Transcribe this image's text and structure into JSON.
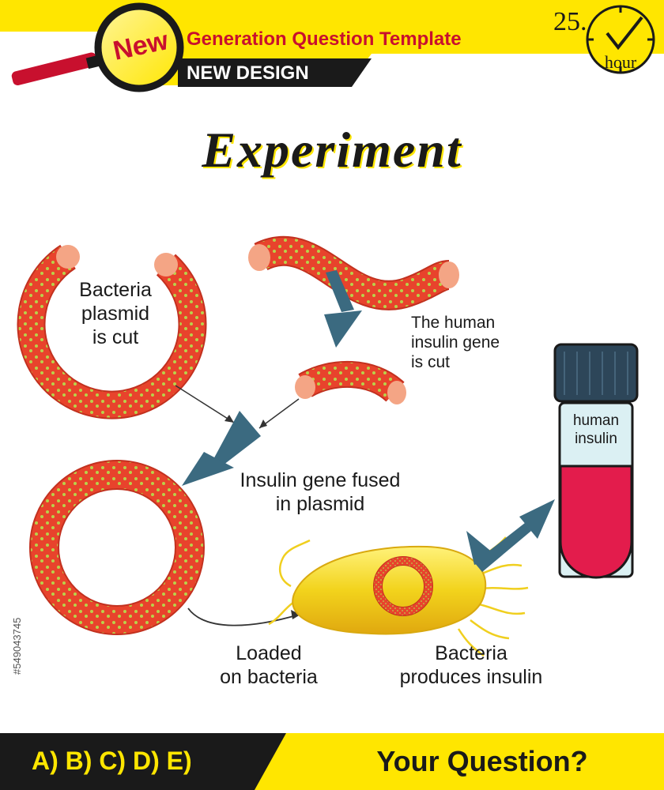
{
  "header": {
    "badge": "New",
    "title": "Generation Question Template",
    "subtitle": "NEW DESIGN",
    "timer_number": "25.",
    "timer_unit": "hour"
  },
  "heading": "Experiment",
  "labels": {
    "plasmid_cut": [
      "Bacteria",
      "plasmid",
      "is cut"
    ],
    "gene_cut": [
      "The human",
      "insulin gene",
      "is cut"
    ],
    "fused": [
      "Insulin gene fused",
      "in plasmid"
    ],
    "loaded": [
      "Loaded",
      "on bacteria"
    ],
    "produces": [
      "Bacteria",
      "produces insulin"
    ],
    "tube": [
      "human",
      "insulin"
    ]
  },
  "footer": {
    "options": "A) B) C) D) E)",
    "question": "Your Question?"
  },
  "side_id": "#549043745",
  "colors": {
    "dna_red": "#e8432c",
    "dna_dots": "#b9d24a",
    "dna_ends": "#f4a585",
    "arrow_blue": "#3b6a80",
    "brand_yellow": "#ffe600",
    "bacteria_yellow": "#f2d31c",
    "tube_cap": "#2d4659",
    "insulin_red": "#e31c4c"
  }
}
